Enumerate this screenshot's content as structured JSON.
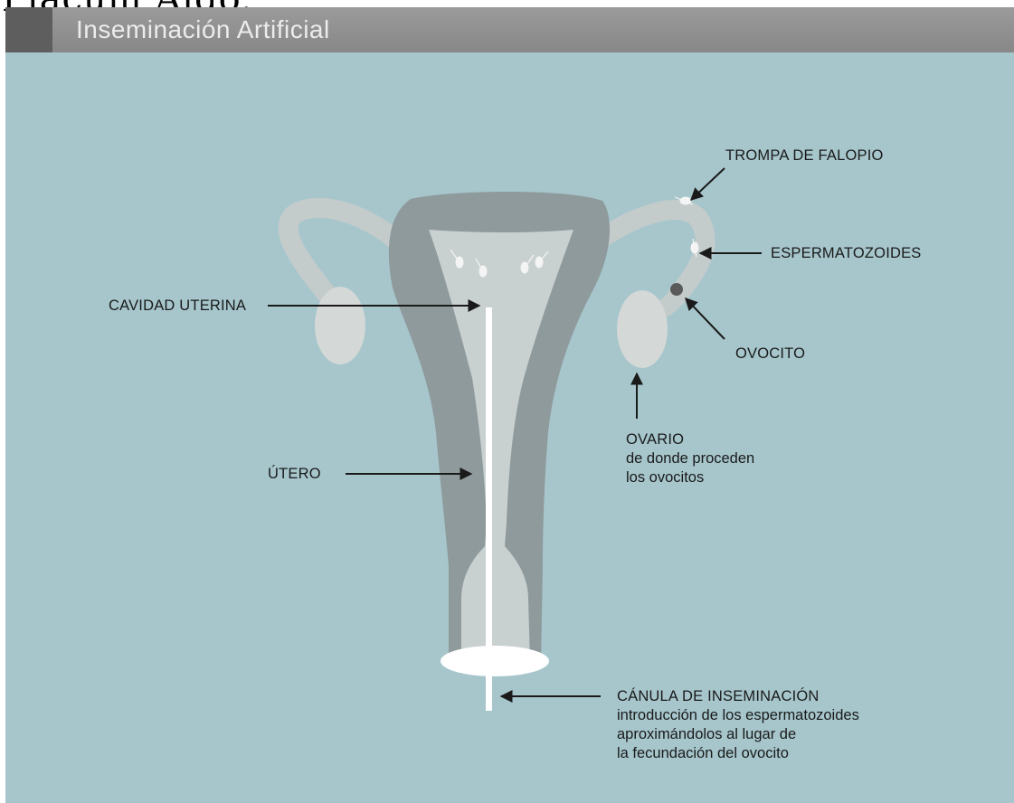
{
  "header": {
    "overflow_text": "Placum Algo.",
    "title": "Inseminación Artificial"
  },
  "labels": {
    "trompa": "TROMPA DE FALOPIO",
    "espermatozoides": "ESPERMATOZOIDES",
    "cavidad": "CAVIDAD UTERINA",
    "ovocito": "OVOCITO",
    "ovario_title": "OVARIO",
    "ovario_line1": "de donde proceden",
    "ovario_line2": "los ovocitos",
    "utero": "ÚTERO",
    "canula_title": "CÁNULA DE INSEMINACIÓN",
    "canula_line1": "introducción de los espermatozoides",
    "canula_line2": "aproximándolos al lugar de",
    "canula_line3": "la fecundación del ovocito"
  },
  "colors": {
    "background": "#a6c6cc",
    "title_bar": "#8f8f8f",
    "uterus_wall": "#8f9a9c",
    "cavity": "#c9d0d0",
    "tube": "#c3cbcb",
    "ovary": "#d4d8d6",
    "oocyte": "#5a5a5a",
    "cannula": "#ffffff"
  }
}
